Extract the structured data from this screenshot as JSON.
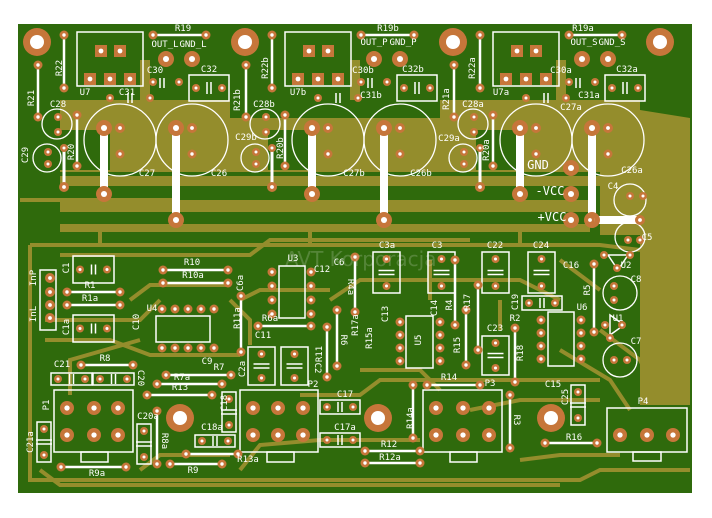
{
  "colors": {
    "board": "#2f6a0c",
    "copper": "#948d2c",
    "pad": "#c6763a",
    "silkscreen": "#ffffff",
    "background": "#ffffff"
  },
  "watermark": "AVT Korporacja",
  "labels": [
    "R19",
    "OUT_L",
    "GND_L",
    "C30",
    "C32",
    "R22",
    "R21",
    "C28",
    "C29",
    "R20",
    "C31",
    "C27",
    "C26",
    "U7",
    "R19b",
    "OUT_P",
    "GND_P",
    "C30b",
    "C32b",
    "C31b",
    "R22b",
    "R21b",
    "C28b",
    "C29b",
    "R20b",
    "C27b",
    "C26b",
    "U7b",
    "R19a",
    "OUT_S",
    "GND_S",
    "C30a",
    "C32a",
    "C31a",
    "C27a",
    "R22a",
    "R21a",
    "C28a",
    "C29a",
    "R20a",
    "U7a",
    "GND",
    "-VCC",
    "+VCC",
    "C26a",
    "C4",
    "C5",
    "C1",
    "R1",
    "R1a",
    "InP",
    "InL",
    "C1a",
    "R10",
    "R10a",
    "U4",
    "C10",
    "C6a",
    "R11a",
    "U3",
    "C12",
    "C6",
    "R4a",
    "R6a",
    "C11",
    "C2a",
    "C2",
    "R11",
    "R6",
    "C9",
    "R8",
    "C21",
    "C20",
    "R7",
    "R7a",
    "R13",
    "P1",
    "C20a",
    "R8a",
    "C18",
    "C18a",
    "R13a",
    "R9",
    "R9a",
    "C21a",
    "P2",
    "C17",
    "C17a",
    "R12",
    "R12a",
    "C3a",
    "C3",
    "C22",
    "C24",
    "C16",
    "R5",
    "C8",
    "U2",
    "C19",
    "R4",
    "R17",
    "C14",
    "C13",
    "R17a",
    "R15a",
    "U5",
    "R15",
    "R2",
    "R18",
    "C23",
    "U6",
    "U1",
    "C7",
    "C15",
    "C25",
    "R14",
    "P3",
    "R14a",
    "R3",
    "P4",
    "R16"
  ]
}
